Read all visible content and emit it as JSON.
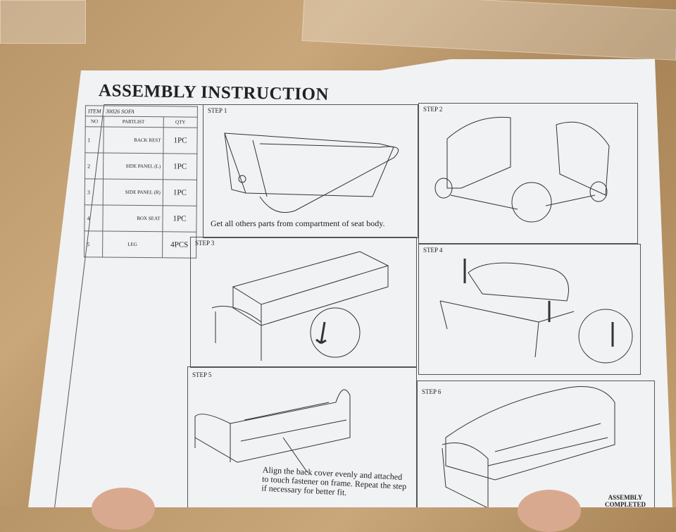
{
  "title": "ASSEMBLY INSTRUCTION",
  "partlist": {
    "item": "ITEM : 30026 SOFA",
    "headers": [
      "NO",
      "PARTLIST",
      "QTY"
    ],
    "rows": [
      {
        "no": "1",
        "name": "BACK REST",
        "qty": "1PC"
      },
      {
        "no": "2",
        "name": "SIDE PANEL (L)",
        "qty": "1PC"
      },
      {
        "no": "3",
        "name": "SIDE PANEL (R)",
        "qty": "1PC"
      },
      {
        "no": "4",
        "name": "BOX SEAT",
        "qty": "1PC"
      },
      {
        "no": "5",
        "name": "LEG",
        "qty": "4PCS"
      }
    ]
  },
  "steps": [
    {
      "label": "STEP 1",
      "caption": "Get all others parts from compartment of seat body."
    },
    {
      "label": "STEP 2",
      "caption": ""
    },
    {
      "label": "STEP 3",
      "caption": ""
    },
    {
      "label": "STEP 4",
      "caption": ""
    },
    {
      "label": "STEP 5",
      "caption": "Align the back cover evenly and attached to touch fastener on frame. Repeat the step if necessary for better fit."
    },
    {
      "label": "STEP 6",
      "caption": "ASSEMBLY COMPLETED"
    }
  ]
}
